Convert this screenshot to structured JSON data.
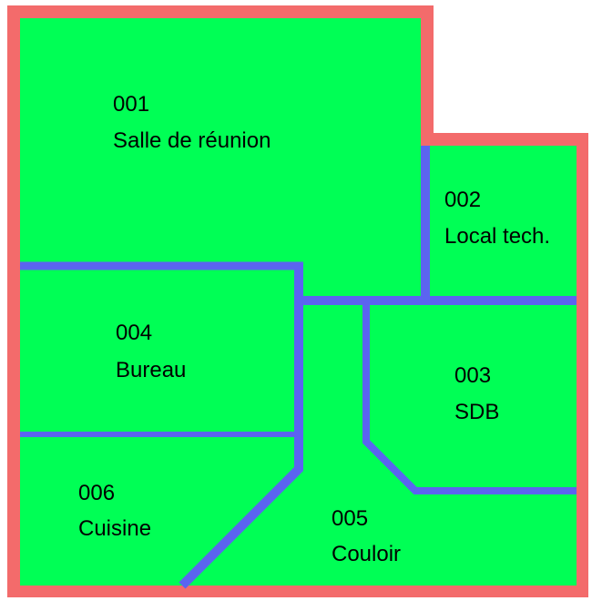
{
  "colors": {
    "outer_wall": "#f36b6b",
    "room_fill": "#00ff55",
    "partition": "#5b64f0",
    "text": "#000000"
  },
  "rooms": [
    {
      "number": "001",
      "name": "Salle de réunion"
    },
    {
      "number": "002",
      "name": "Local tech."
    },
    {
      "number": "003",
      "name": "SDB"
    },
    {
      "number": "004",
      "name": "Bureau"
    },
    {
      "number": "005",
      "name": "Couloir"
    },
    {
      "number": "006",
      "name": "Cuisine"
    }
  ]
}
